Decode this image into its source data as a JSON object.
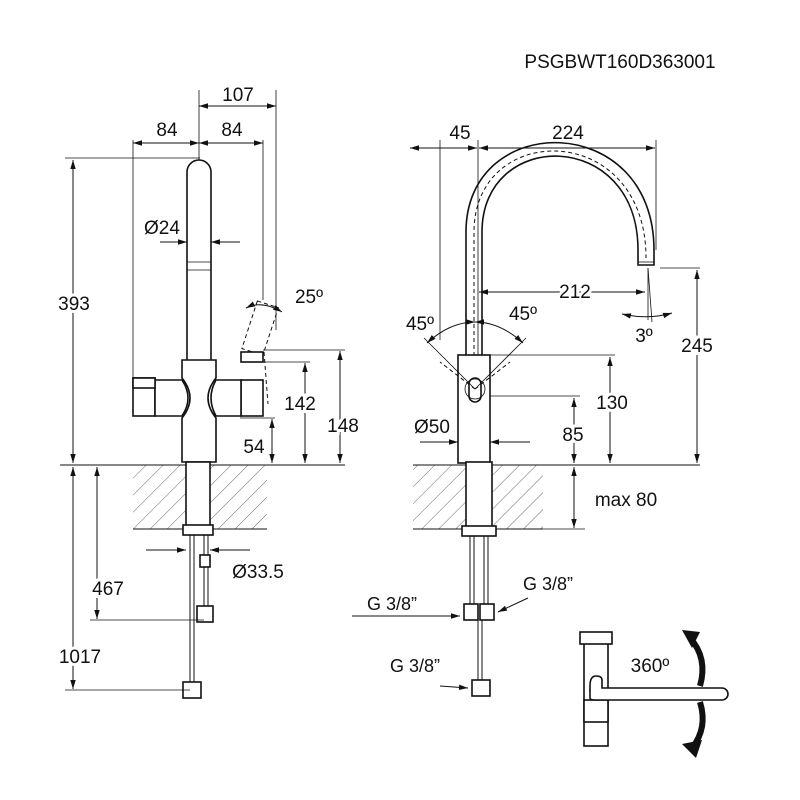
{
  "code": "PSGBWT160D363001",
  "side_view": {
    "dim_107": "107",
    "dim_84_left": "84",
    "dim_84_right": "84",
    "dim_diameter_24": "Ø24",
    "dim_393": "393",
    "dim_25deg": "25º",
    "dim_142": "142",
    "dim_148": "148",
    "dim_54": "54",
    "dim_diameter_33_5": "Ø33.5",
    "dim_467": "467",
    "dim_1017": "1017"
  },
  "front_view": {
    "dim_45": "45",
    "dim_224": "224",
    "dim_212": "212",
    "dim_45deg_left": "45º",
    "dim_45deg_right": "45º",
    "dim_3deg": "3º",
    "dim_245": "245",
    "dim_130": "130",
    "dim_diameter_50": "Ø50",
    "dim_85": "85",
    "dim_max80": "max 80",
    "thread_left": "G 3/8”",
    "thread_right": "G 3/8”",
    "thread_bottom": "G 3/8”"
  },
  "rotation_view": {
    "dim_360deg": "360º"
  },
  "icons": {
    "rotation_arrow_up": "curved-arrow-up-icon",
    "rotation_arrow_down": "curved-arrow-down-icon"
  }
}
